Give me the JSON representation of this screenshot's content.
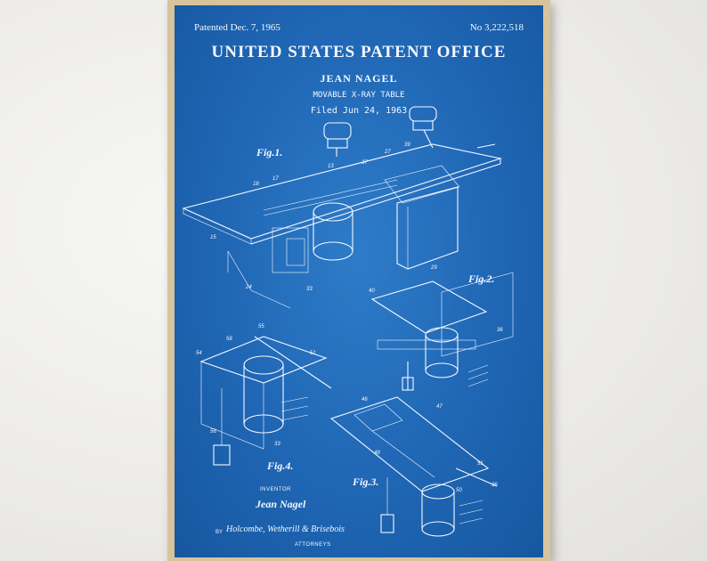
{
  "poster": {
    "patented": "Patented Dec. 7, 1965",
    "number": "No 3,222,518",
    "office": "UNITED STATES PATENT OFFICE",
    "inventor_name": "JEAN NAGEL",
    "title": "MOVABLE X-RAY TABLE",
    "filed": "Filed Jun 24, 1963",
    "figures": {
      "fig1": "Fig.1.",
      "fig2": "Fig.2.",
      "fig3": "Fig.3.",
      "fig4": "Fig.4."
    },
    "inventor_label": "INVENTOR",
    "inventor_signature": "Jean Nagel",
    "by": "BY",
    "attorney_signature": "Holcombe, Wetherill & Brisebois",
    "attorneys_label": "ATTORNEYS"
  },
  "colors": {
    "blueprint": "#1f66b4",
    "line": "#f4f8ff",
    "frame": "#d8c39a",
    "wall": "#eeeeec"
  }
}
